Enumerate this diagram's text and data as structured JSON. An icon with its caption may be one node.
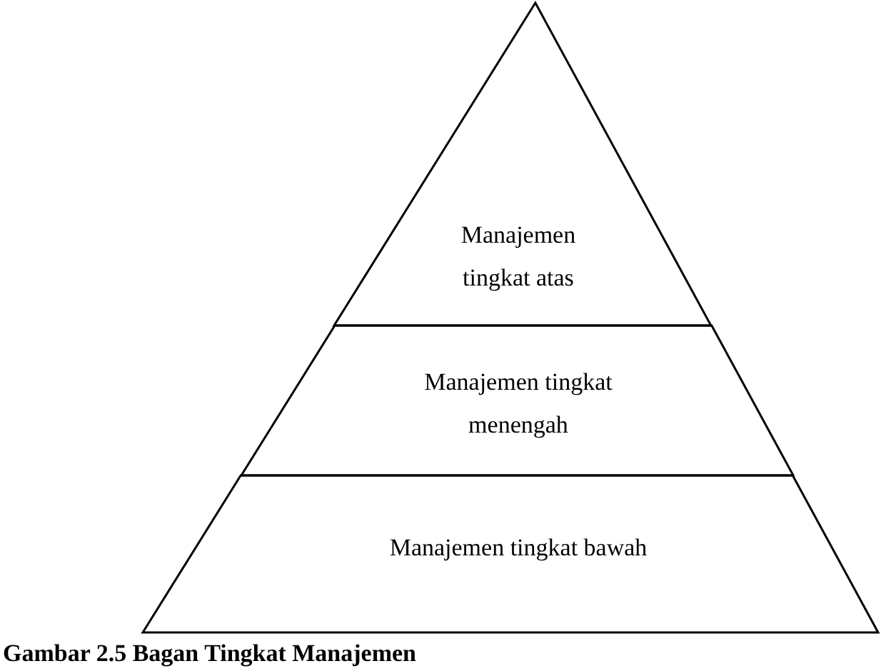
{
  "diagram": {
    "caption": "Gambar 2.5 Bagan Tingkat Manajemen",
    "nodes": [
      {
        "text": [
          "Manajemen tingkat atas"
        ]
      },
      {
        "text": [
          "Manajemen tingkat menengah"
        ]
      },
      {
        "text": [
          "Manajemen tingkat bawah"
        ]
      }
    ]
  }
}
